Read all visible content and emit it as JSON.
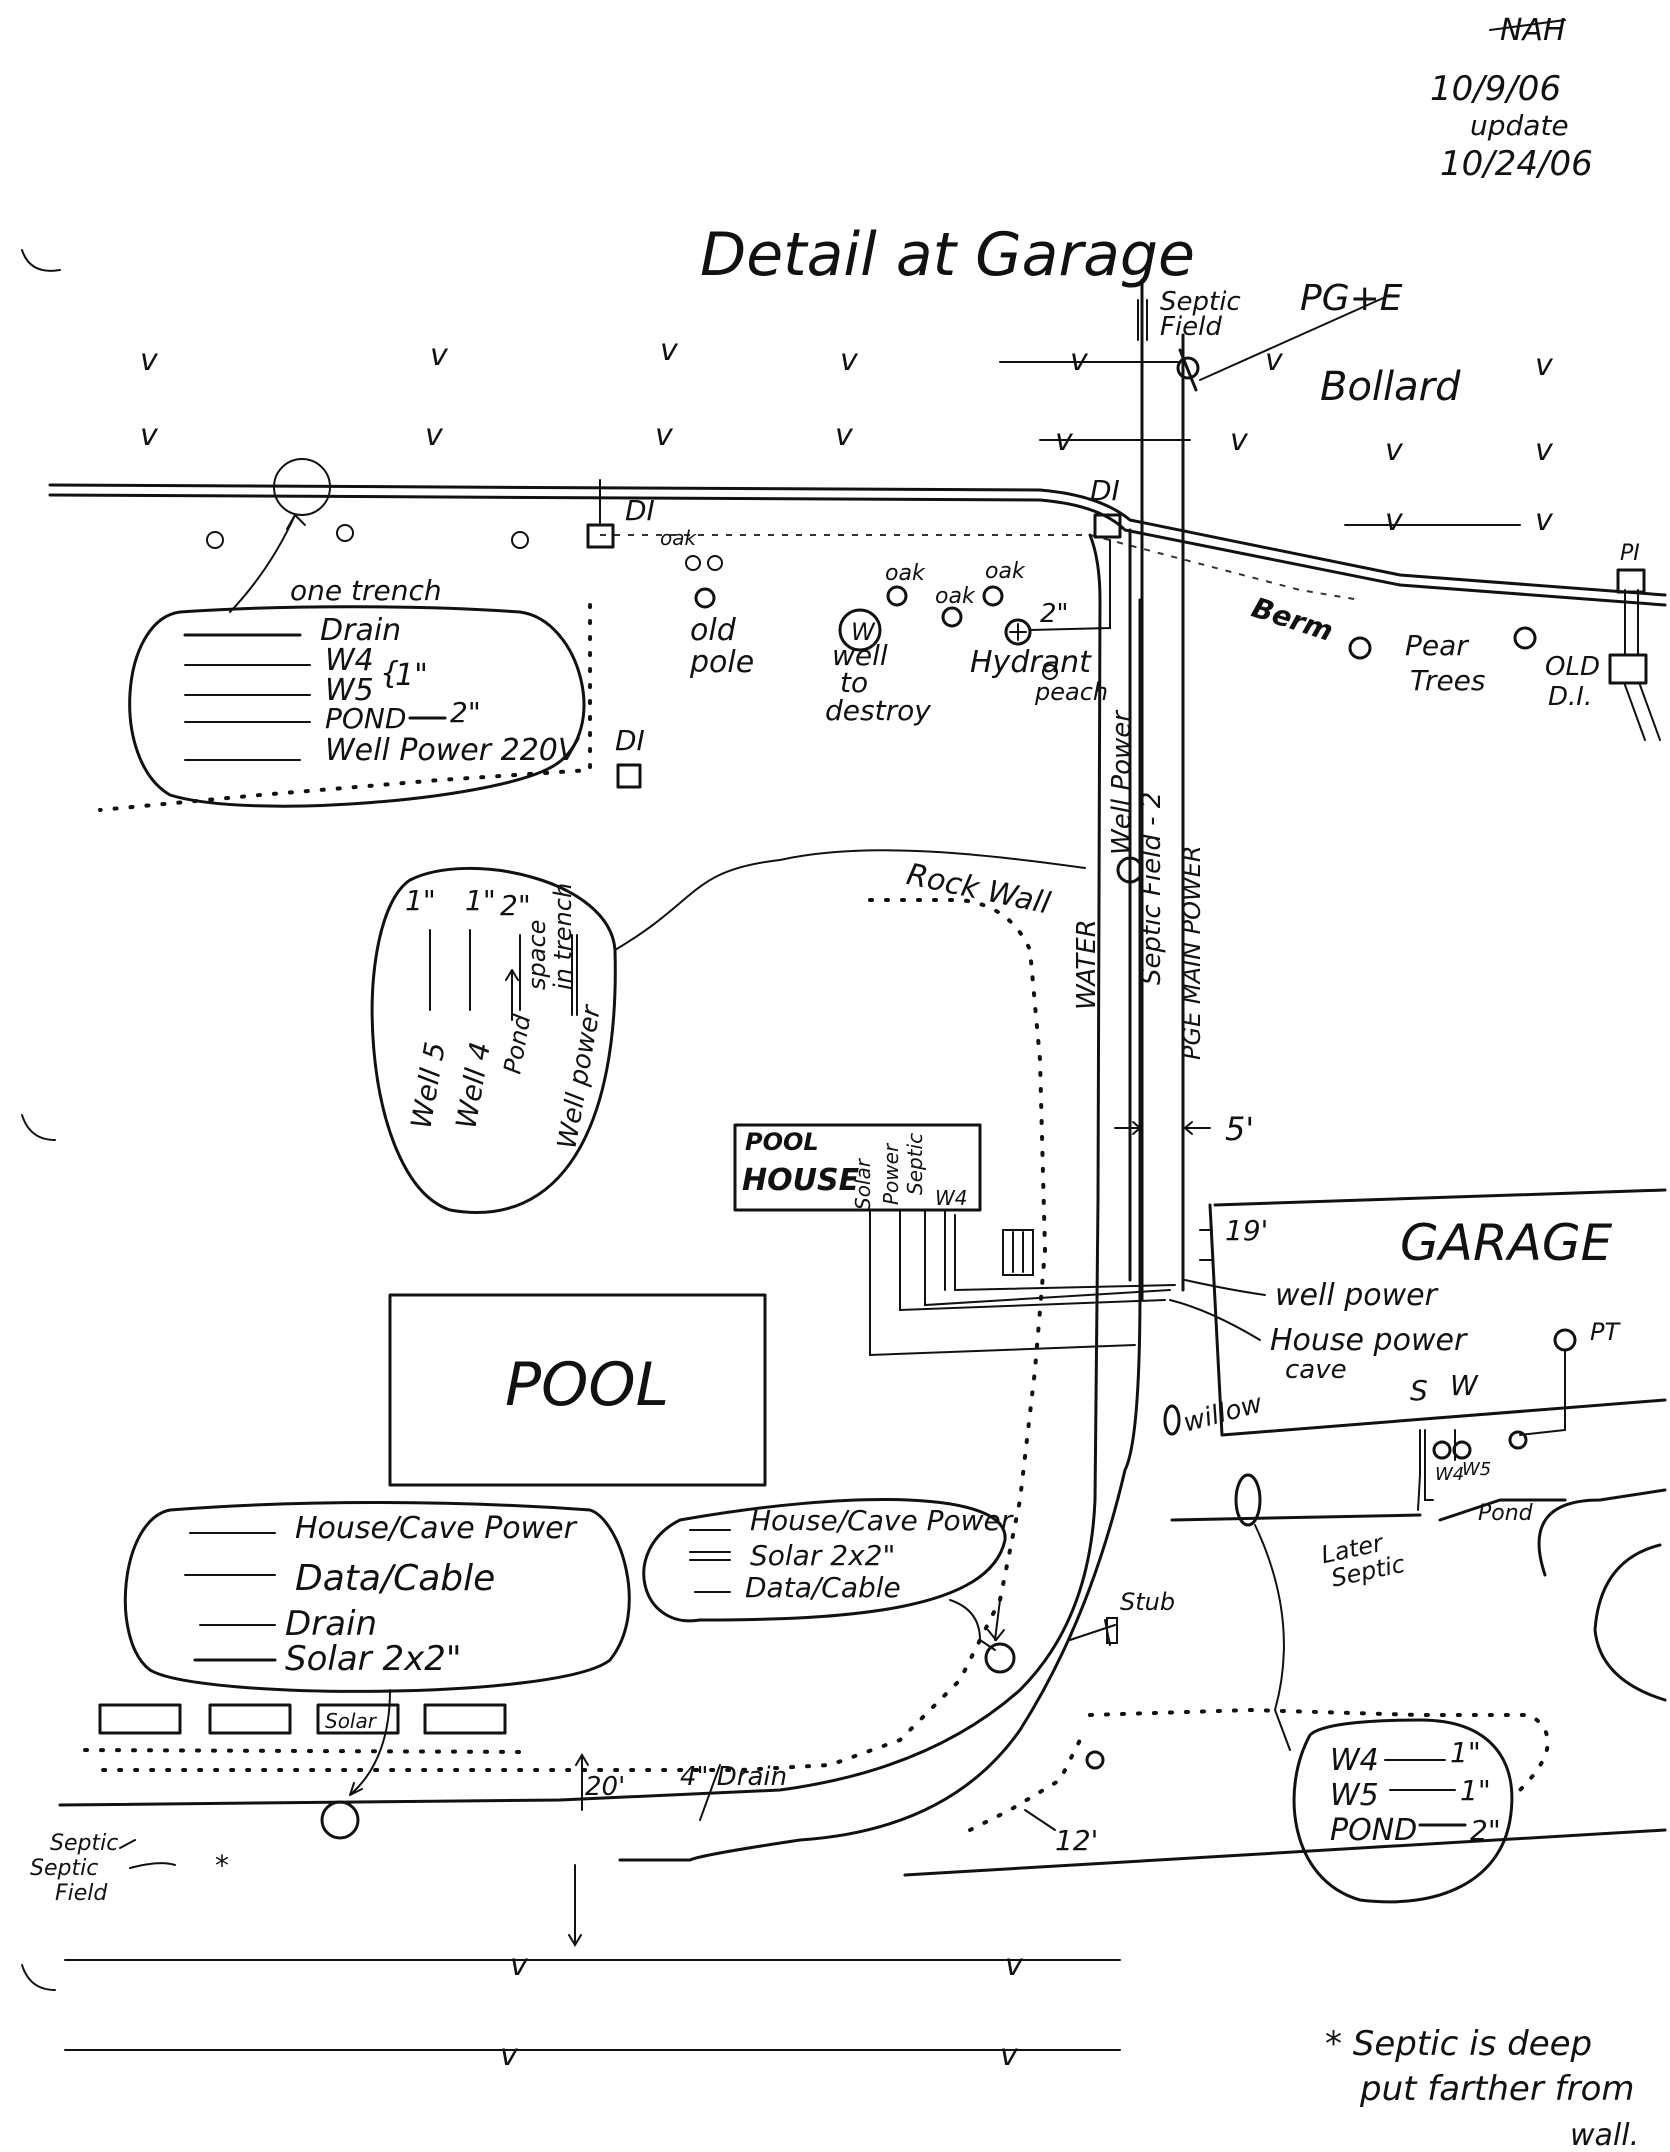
{
  "header": {
    "initials": "NAH",
    "date": "10/9/06",
    "update_label": "update",
    "update_date": "10/24/06",
    "title": "Detail at Garage"
  },
  "top": {
    "pge": "PG+E",
    "septic_field": "Septic\nField",
    "bollard": "Bollard",
    "di_labels": [
      "DI",
      "DI",
      "DI",
      "PI",
      "OLD\nD.I."
    ],
    "berm": "Berm",
    "pear_trees": "Pear\nTrees"
  },
  "trees": {
    "oak1": "oak",
    "oak2": "oak",
    "oak3": "oak",
    "oak4": "oak",
    "old_pole": "old\npole",
    "well_symbol": "W",
    "well_to_destroy": "well\nto\ndestroy",
    "hydrant": "Hydrant",
    "peach": "peach",
    "two_inch": "2\"",
    "willow": "willow"
  },
  "trench_top": {
    "title": "one trench",
    "items": [
      "Drain",
      "W4",
      "W5",
      "POND",
      "Well Power 220V"
    ],
    "brace_size": "1\"",
    "pond_size": "2\""
  },
  "trench_spacing": {
    "sizes": [
      "1\"",
      "1\"",
      "2\""
    ],
    "space_label": "space\nin trench",
    "labels": [
      "Well 5",
      "Well 4",
      "Pond",
      "Well power"
    ]
  },
  "corridor": {
    "rock_wall": "Rock Wall",
    "water": "WATER",
    "well_power": "Well Power",
    "septic_field_2": "Septic Field - 2",
    "pge_main": "PGE MAIN POWER",
    "five_feet": "5'"
  },
  "pool_house": {
    "title_line1": "POOL",
    "title_line2": "HOUSE",
    "cols": [
      "Solar",
      "Power",
      "Septic",
      "W4"
    ]
  },
  "pool": {
    "label": "POOL"
  },
  "garage": {
    "label": "GARAGE",
    "dim": "19'",
    "well_power": "well power",
    "house_power": "House power",
    "cave": "cave",
    "s": "S",
    "w": "W",
    "pt": "PT",
    "w4": "W4",
    "w5": "W5",
    "pond": "Pond"
  },
  "trench_mid": {
    "items": [
      "House/Cave Power",
      "Solar 2x2\"",
      "Data/Cable"
    ]
  },
  "trench_left": {
    "items": [
      "House/Cave Power",
      "Data/Cable",
      "Drain",
      "Solar 2x2\""
    ]
  },
  "bottom": {
    "solar_label": "Solar",
    "twenty": "20'",
    "four_drain": "4\" Drain",
    "twelve": "12'",
    "stub": "Stub",
    "later_septic": "Later\nSeptic",
    "septic_field": "Septic\nSeptic\nField",
    "asterisk": "*"
  },
  "trench_right": {
    "items": [
      "W4",
      "W5",
      "POND"
    ],
    "sizes": [
      "1\"",
      "1\"",
      "2\""
    ]
  },
  "note": {
    "line1": "* Septic is deep",
    "line2": "put farther from",
    "line3": "wall."
  }
}
